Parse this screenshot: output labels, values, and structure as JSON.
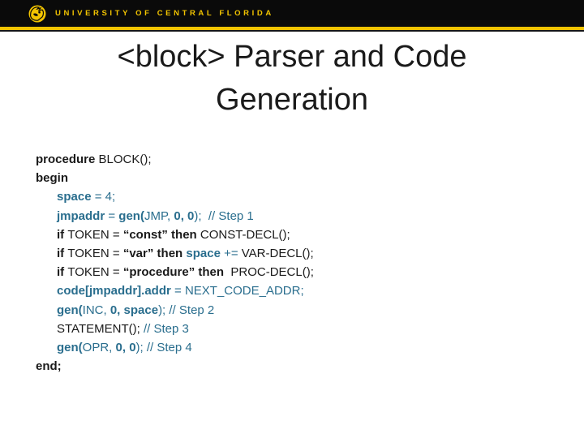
{
  "banner": {
    "university": "UNIVERSITY OF CENTRAL FLORIDA",
    "logo_icon": "ucf-pegasus-icon"
  },
  "title": {
    "lines": [
      "<block> Parser and Code",
      "Generation"
    ]
  },
  "colors": {
    "gold": "#F2C400",
    "teal": "#2A6E8E",
    "text": "#1A1A1A",
    "banner_bg": "#0A0A0A"
  },
  "code": {
    "lines": [
      {
        "indent": 0,
        "segments": [
          {
            "text": "procedure ",
            "bold": true,
            "color": "black"
          },
          {
            "text": "BLOCK();",
            "bold": false,
            "color": "black"
          }
        ]
      },
      {
        "indent": 0,
        "segments": [
          {
            "text": "begin",
            "bold": true,
            "color": "black"
          }
        ]
      },
      {
        "indent": 1,
        "segments": [
          {
            "text": "space ",
            "bold": true,
            "color": "teal"
          },
          {
            "text": "= 4;",
            "bold": false,
            "color": "teal"
          }
        ]
      },
      {
        "indent": 1,
        "segments": [
          {
            "text": "jmpaddr ",
            "bold": true,
            "color": "teal"
          },
          {
            "text": "= ",
            "bold": false,
            "color": "teal"
          },
          {
            "text": "gen(",
            "bold": true,
            "color": "teal"
          },
          {
            "text": "JMP, ",
            "bold": false,
            "color": "teal"
          },
          {
            "text": "0, 0",
            "bold": true,
            "color": "teal"
          },
          {
            "text": ");  // Step 1",
            "bold": false,
            "color": "teal"
          }
        ]
      },
      {
        "indent": 1,
        "segments": [
          {
            "text": "if ",
            "bold": true,
            "color": "black"
          },
          {
            "text": "TOKEN = ",
            "bold": false,
            "color": "black"
          },
          {
            "text": "“const” ",
            "bold": true,
            "color": "black"
          },
          {
            "text": "then ",
            "bold": true,
            "color": "black"
          },
          {
            "text": "CONST-DECL();",
            "bold": false,
            "color": "black"
          }
        ]
      },
      {
        "indent": 1,
        "segments": [
          {
            "text": "if ",
            "bold": true,
            "color": "black"
          },
          {
            "text": "TOKEN = ",
            "bold": false,
            "color": "black"
          },
          {
            "text": "“var” ",
            "bold": true,
            "color": "black"
          },
          {
            "text": "then ",
            "bold": true,
            "color": "black"
          },
          {
            "text": "space ",
            "bold": true,
            "color": "teal"
          },
          {
            "text": "+= ",
            "bold": false,
            "color": "teal"
          },
          {
            "text": "VAR-DECL();",
            "bold": false,
            "color": "black"
          }
        ]
      },
      {
        "indent": 1,
        "segments": [
          {
            "text": "if ",
            "bold": true,
            "color": "black"
          },
          {
            "text": "TOKEN = ",
            "bold": false,
            "color": "black"
          },
          {
            "text": "“procedure” ",
            "bold": true,
            "color": "black"
          },
          {
            "text": "then  ",
            "bold": true,
            "color": "black"
          },
          {
            "text": "PROC-DECL();",
            "bold": false,
            "color": "black"
          }
        ]
      },
      {
        "indent": 1,
        "segments": [
          {
            "text": "code[jmpaddr].addr ",
            "bold": true,
            "color": "teal"
          },
          {
            "text": "= NEXT_CODE_ADDR;",
            "bold": false,
            "color": "teal"
          }
        ]
      },
      {
        "indent": 1,
        "segments": [
          {
            "text": "gen(",
            "bold": true,
            "color": "teal"
          },
          {
            "text": "INC, ",
            "bold": false,
            "color": "teal"
          },
          {
            "text": "0, space",
            "bold": true,
            "color": "teal"
          },
          {
            "text": "); // Step 2",
            "bold": false,
            "color": "teal"
          }
        ]
      },
      {
        "indent": 1,
        "segments": [
          {
            "text": "STATEMENT(); ",
            "bold": false,
            "color": "black"
          },
          {
            "text": "// Step 3",
            "bold": false,
            "color": "teal"
          }
        ]
      },
      {
        "indent": 1,
        "segments": [
          {
            "text": "gen(",
            "bold": true,
            "color": "teal"
          },
          {
            "text": "OPR, ",
            "bold": false,
            "color": "teal"
          },
          {
            "text": "0, 0",
            "bold": true,
            "color": "teal"
          },
          {
            "text": "); // Step 4",
            "bold": false,
            "color": "teal"
          }
        ]
      },
      {
        "indent": 0,
        "segments": [
          {
            "text": "end;",
            "bold": true,
            "color": "black"
          }
        ]
      }
    ]
  }
}
